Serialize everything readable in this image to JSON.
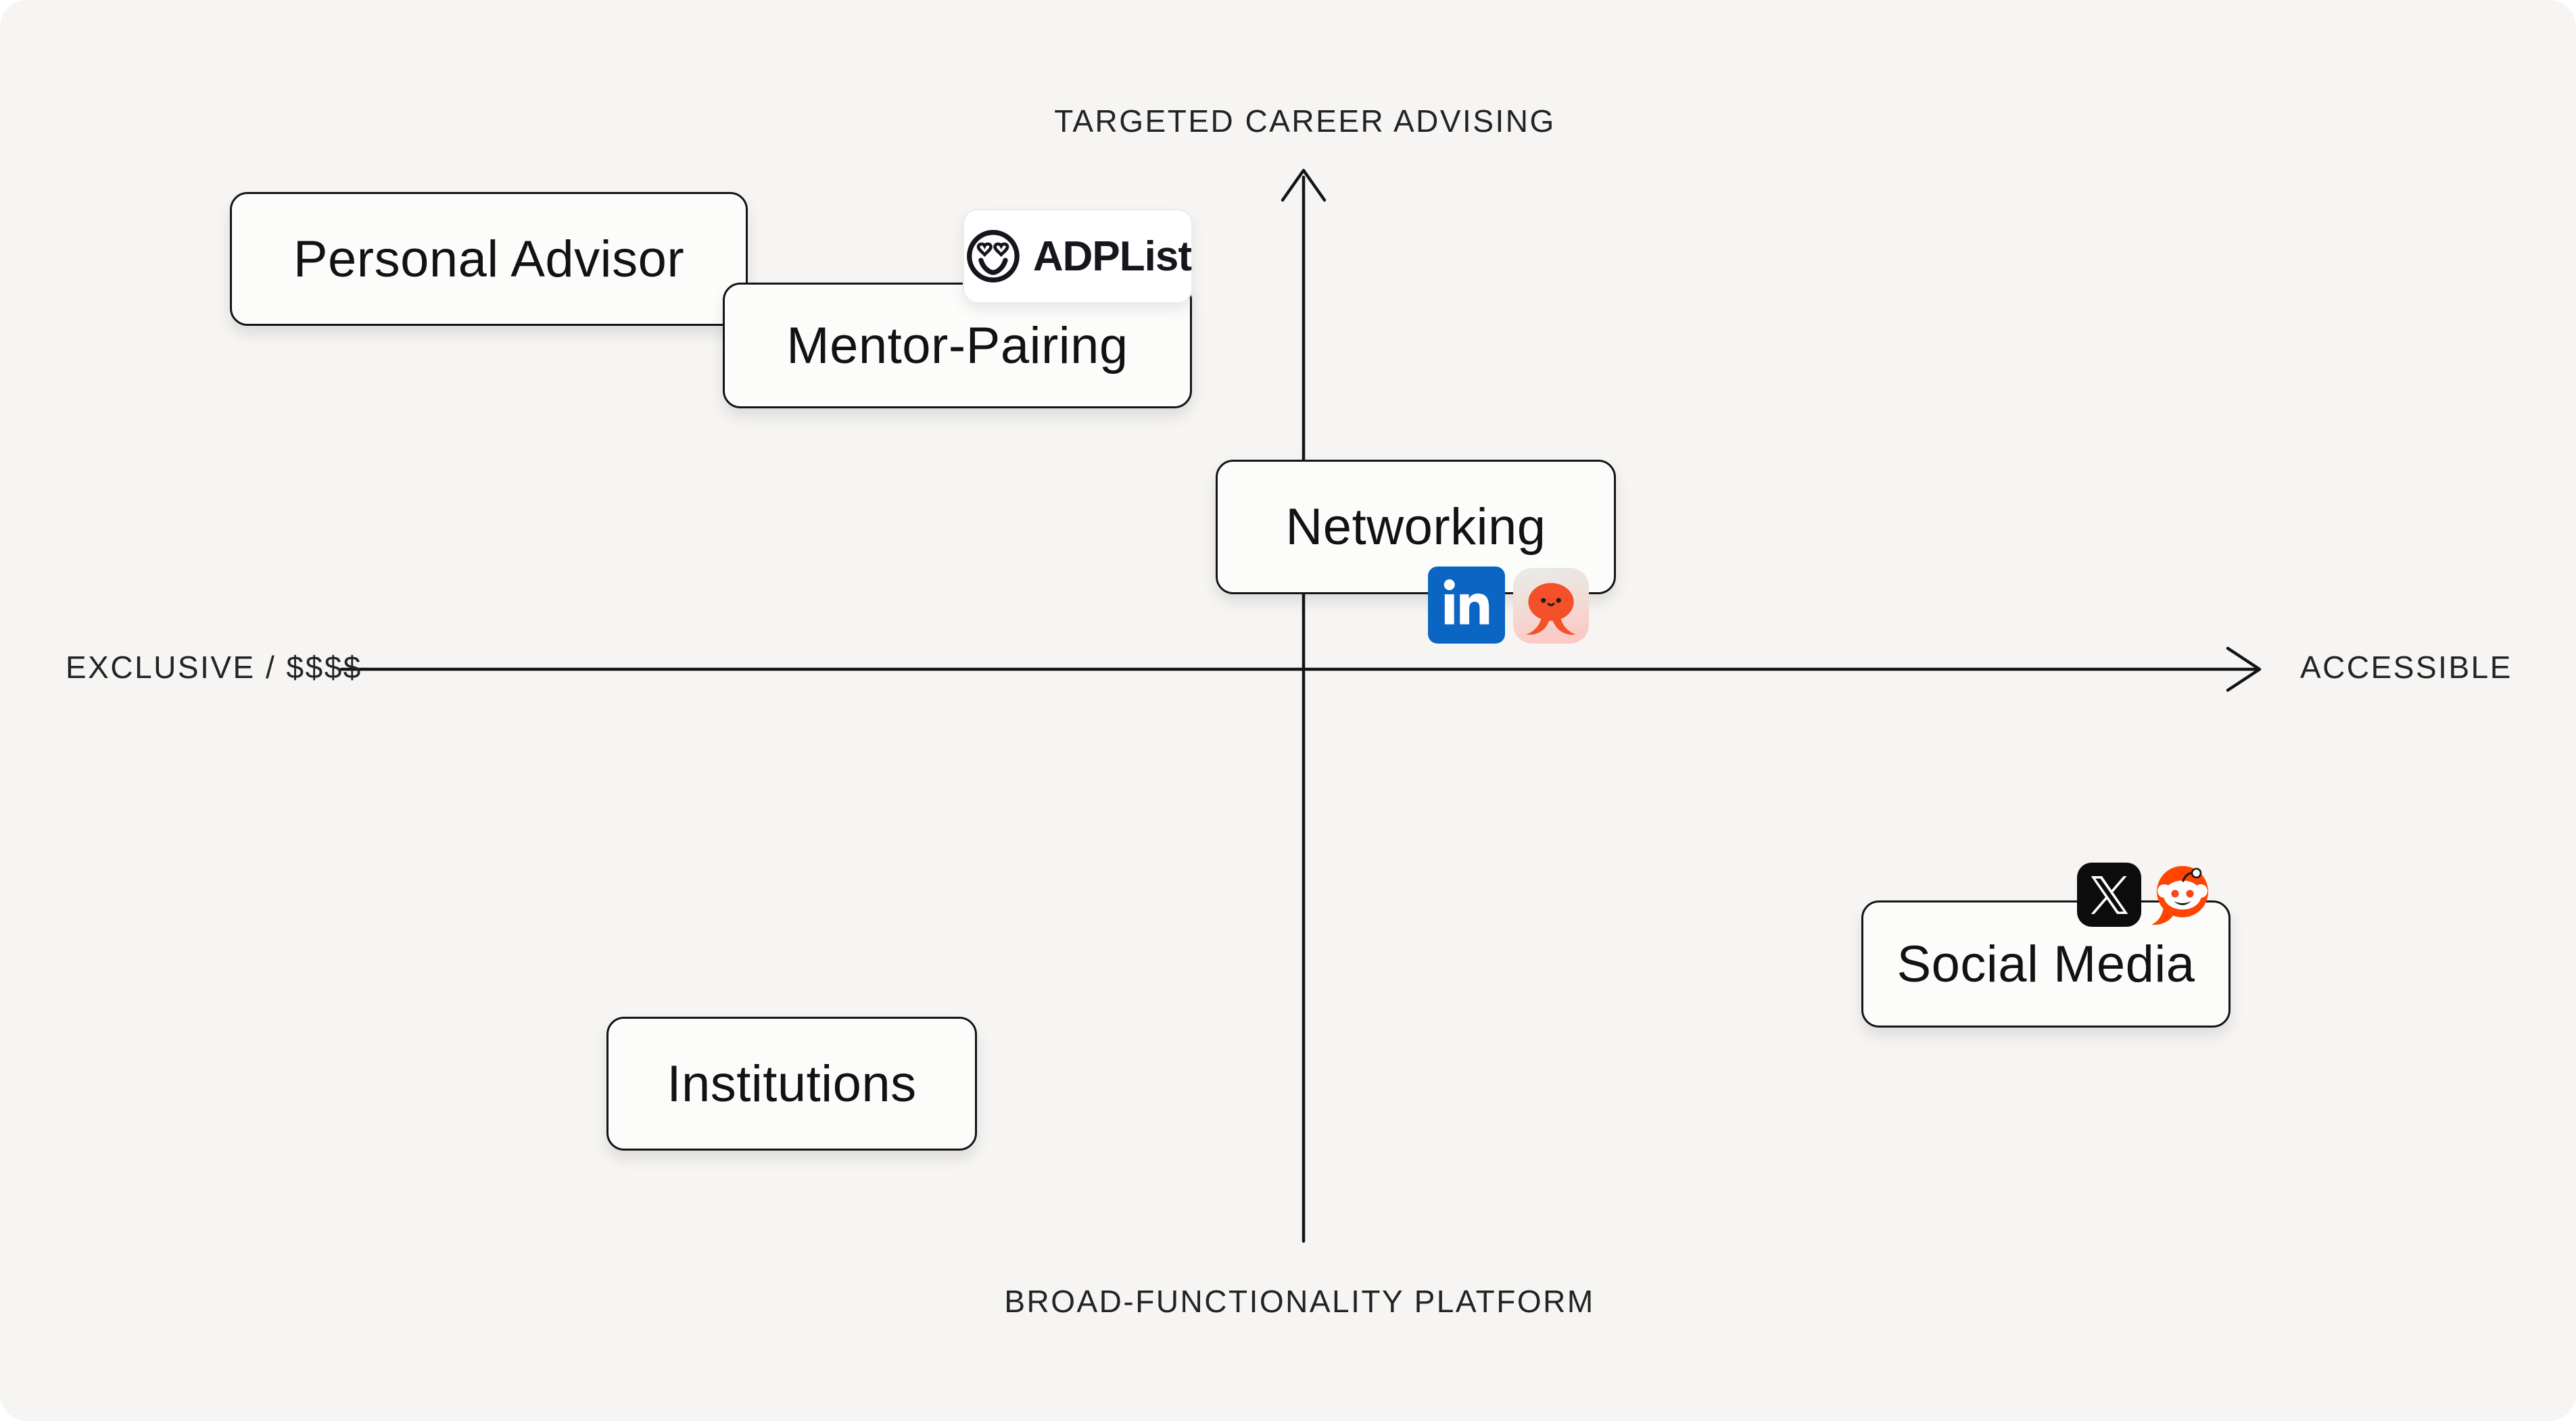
{
  "diagram": {
    "type": "quadrant-map",
    "axes": {
      "top_label": "TARGETED CAREER ADVISING",
      "bottom_label": "BROAD-FUNCTIONALITY PLATFORM",
      "left_label": "EXCLUSIVE / $$$$",
      "right_label": "ACCESSIBLE",
      "line_color": "#141414"
    },
    "nodes": {
      "personal_advisor": {
        "label": "Personal Advisor",
        "quadrant": "top-left",
        "badges": []
      },
      "mentor_pairing": {
        "label": "Mentor-Pairing",
        "quadrant": "top-left",
        "badges": [
          "adplist"
        ]
      },
      "networking": {
        "label": "Networking",
        "quadrant": "top-right",
        "badges": [
          "linkedin",
          "octopus-chat-app"
        ]
      },
      "institutions": {
        "label": "Institutions",
        "quadrant": "bottom-left",
        "badges": []
      },
      "social_media": {
        "label": "Social Media",
        "quadrant": "bottom-right",
        "badges": [
          "x",
          "reddit"
        ]
      }
    },
    "badges": {
      "adplist": {
        "label": "ADPList",
        "icon": "heart-eyes-smiley-icon",
        "color": "#18151c"
      },
      "linkedin": {
        "icon": "linkedin-icon",
        "color": "#0a66c2"
      },
      "octopus_chat": {
        "icon": "octopus-chat-app-icon",
        "color": "#f4502a"
      },
      "x": {
        "icon": "x-twitter-icon",
        "color": "#0c0c0c"
      },
      "reddit": {
        "icon": "reddit-icon",
        "color": "#ff4500"
      }
    },
    "colors": {
      "background": "#f6f5f3",
      "box_fill": "#fcfcfb",
      "box_border": "#141414",
      "text": "#121212"
    }
  }
}
